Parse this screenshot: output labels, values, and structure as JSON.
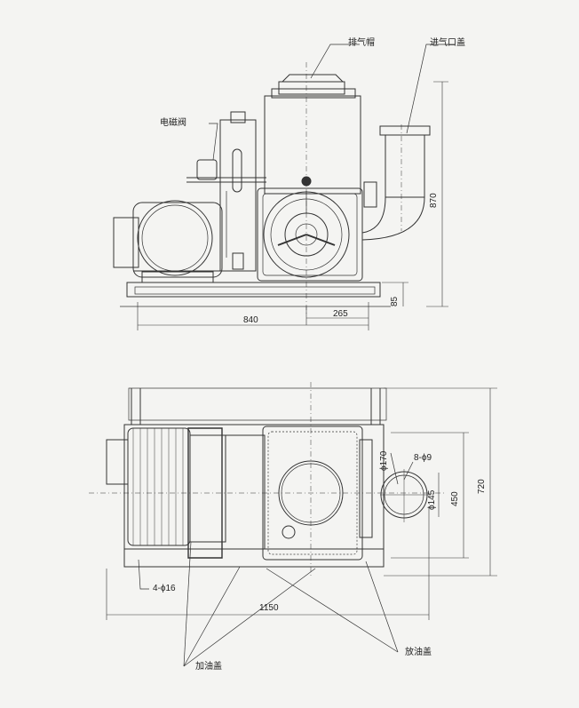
{
  "labels": {
    "exhaust_cap": "排气帽",
    "inlet_cover": "进气口盖",
    "solenoid_valve": "电磁阀",
    "oil_fill_cap": "加油盖",
    "oil_drain_cap": "放油盖"
  },
  "dimensions": {
    "front_width": "840",
    "front_offset": "265",
    "front_height": "870",
    "base_height": "85",
    "top_length": "1150",
    "top_width": "720",
    "flange_span": "450",
    "bolt_holes": "4-ϕ16",
    "flange_holes": "8-ϕ9",
    "pcd": "ϕ170",
    "bore": "ϕ145"
  }
}
